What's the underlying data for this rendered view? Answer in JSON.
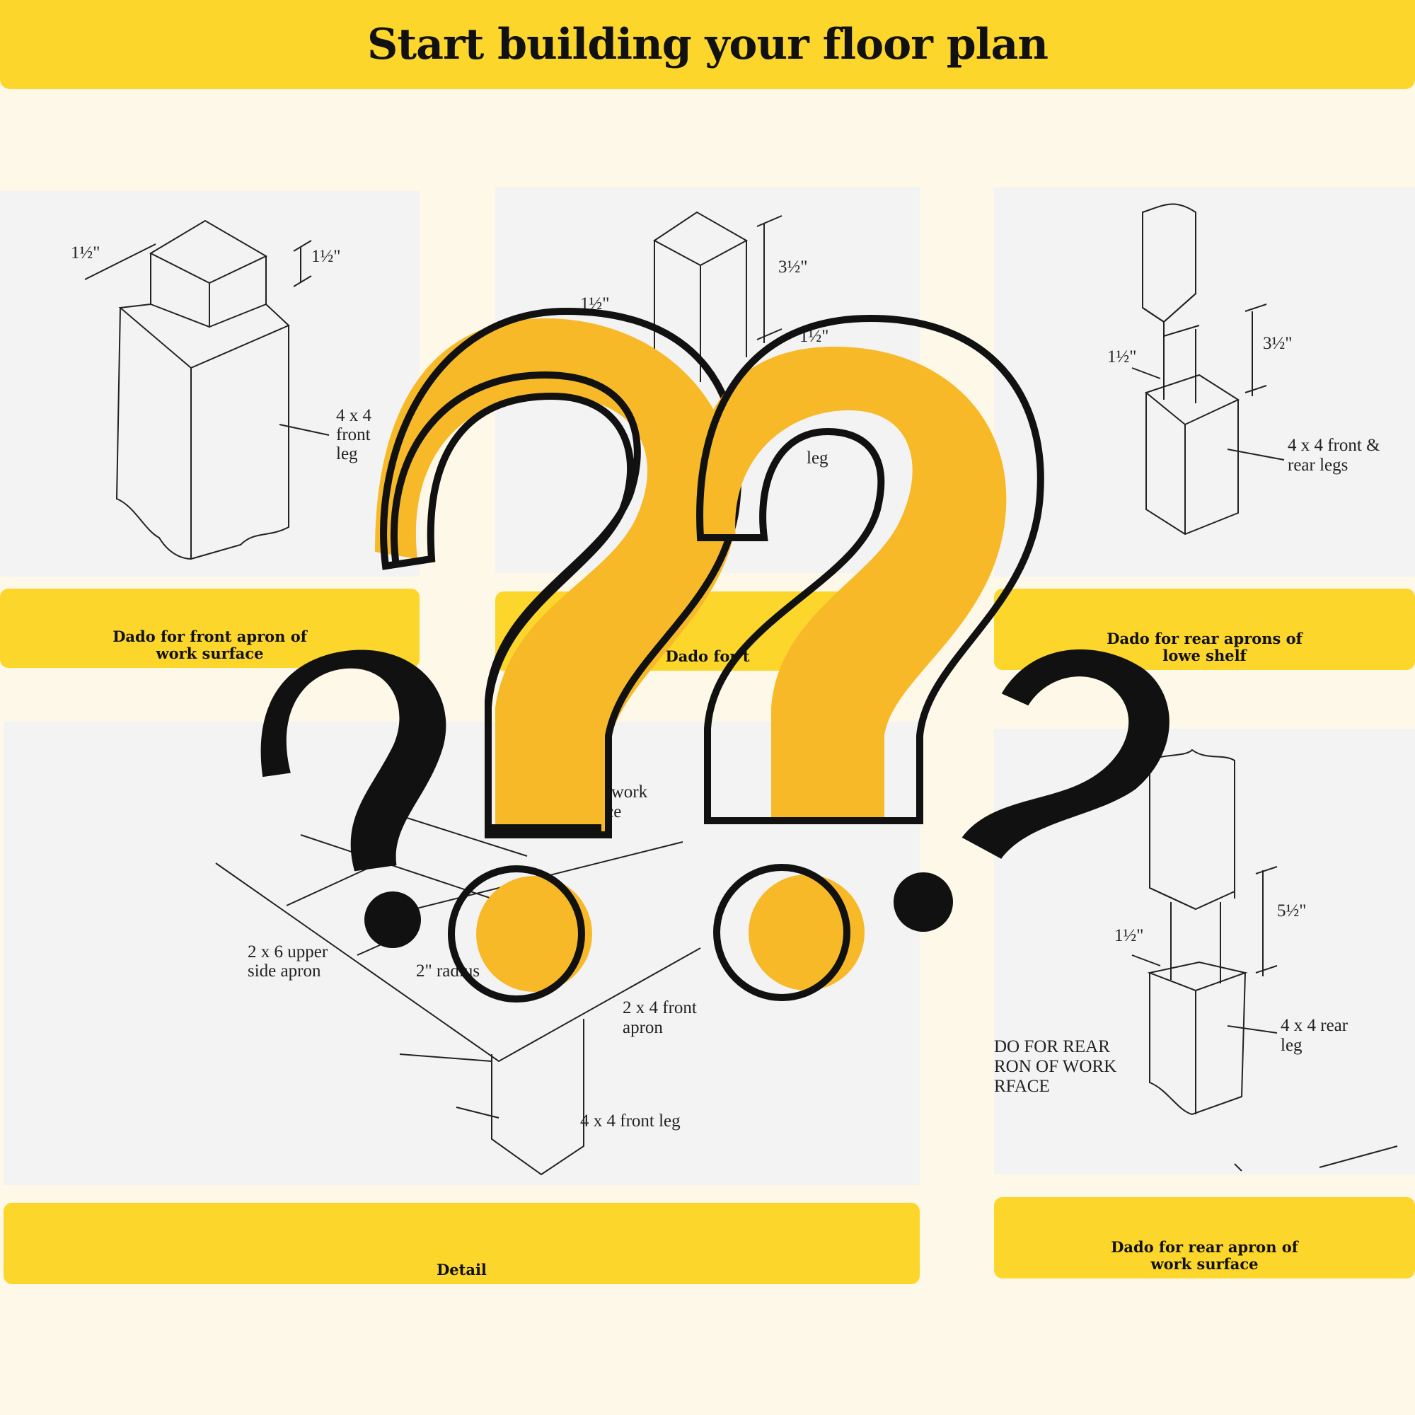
{
  "header": {
    "title": "Start building your floor plan"
  },
  "colors": {
    "banner": "#FCD62A",
    "accent": "#F7B928",
    "background": "#FEF8E8",
    "panel": "#F3F3F3",
    "ink": "#111111"
  },
  "panels": [
    {
      "caption": "Dado for front apron of\nwork surface",
      "labels": [
        "1½\"",
        "1½\"",
        "4 x 4",
        "front",
        "leg"
      ]
    },
    {
      "caption": "Dado for t",
      "labels": [
        "1½\"",
        "3½\"",
        "1½\"",
        "leg"
      ]
    },
    {
      "caption": "Dado for rear aprons of\nlowe shelf",
      "labels": [
        "1½\"",
        "3½\"",
        "4 x 4 front &",
        "rear legs"
      ]
    },
    {
      "caption": "Detail",
      "labels": [
        "6 work",
        "ace",
        "2 x 6 upper",
        "side apron",
        "2\" radius",
        "2 x 4 front",
        "apron",
        "4 x 4 front leg"
      ]
    },
    {
      "caption": "Dado for rear apron of\nwork surface",
      "labels": [
        "1½\"",
        "5½\"",
        "4 x 4 rear",
        "leg",
        "DO FOR REAR",
        "RON OF WORK",
        "RFACE"
      ]
    }
  ],
  "icons": [
    "question-mark-icon",
    "question-mark-icon",
    "question-mark-icon",
    "question-mark-icon"
  ]
}
